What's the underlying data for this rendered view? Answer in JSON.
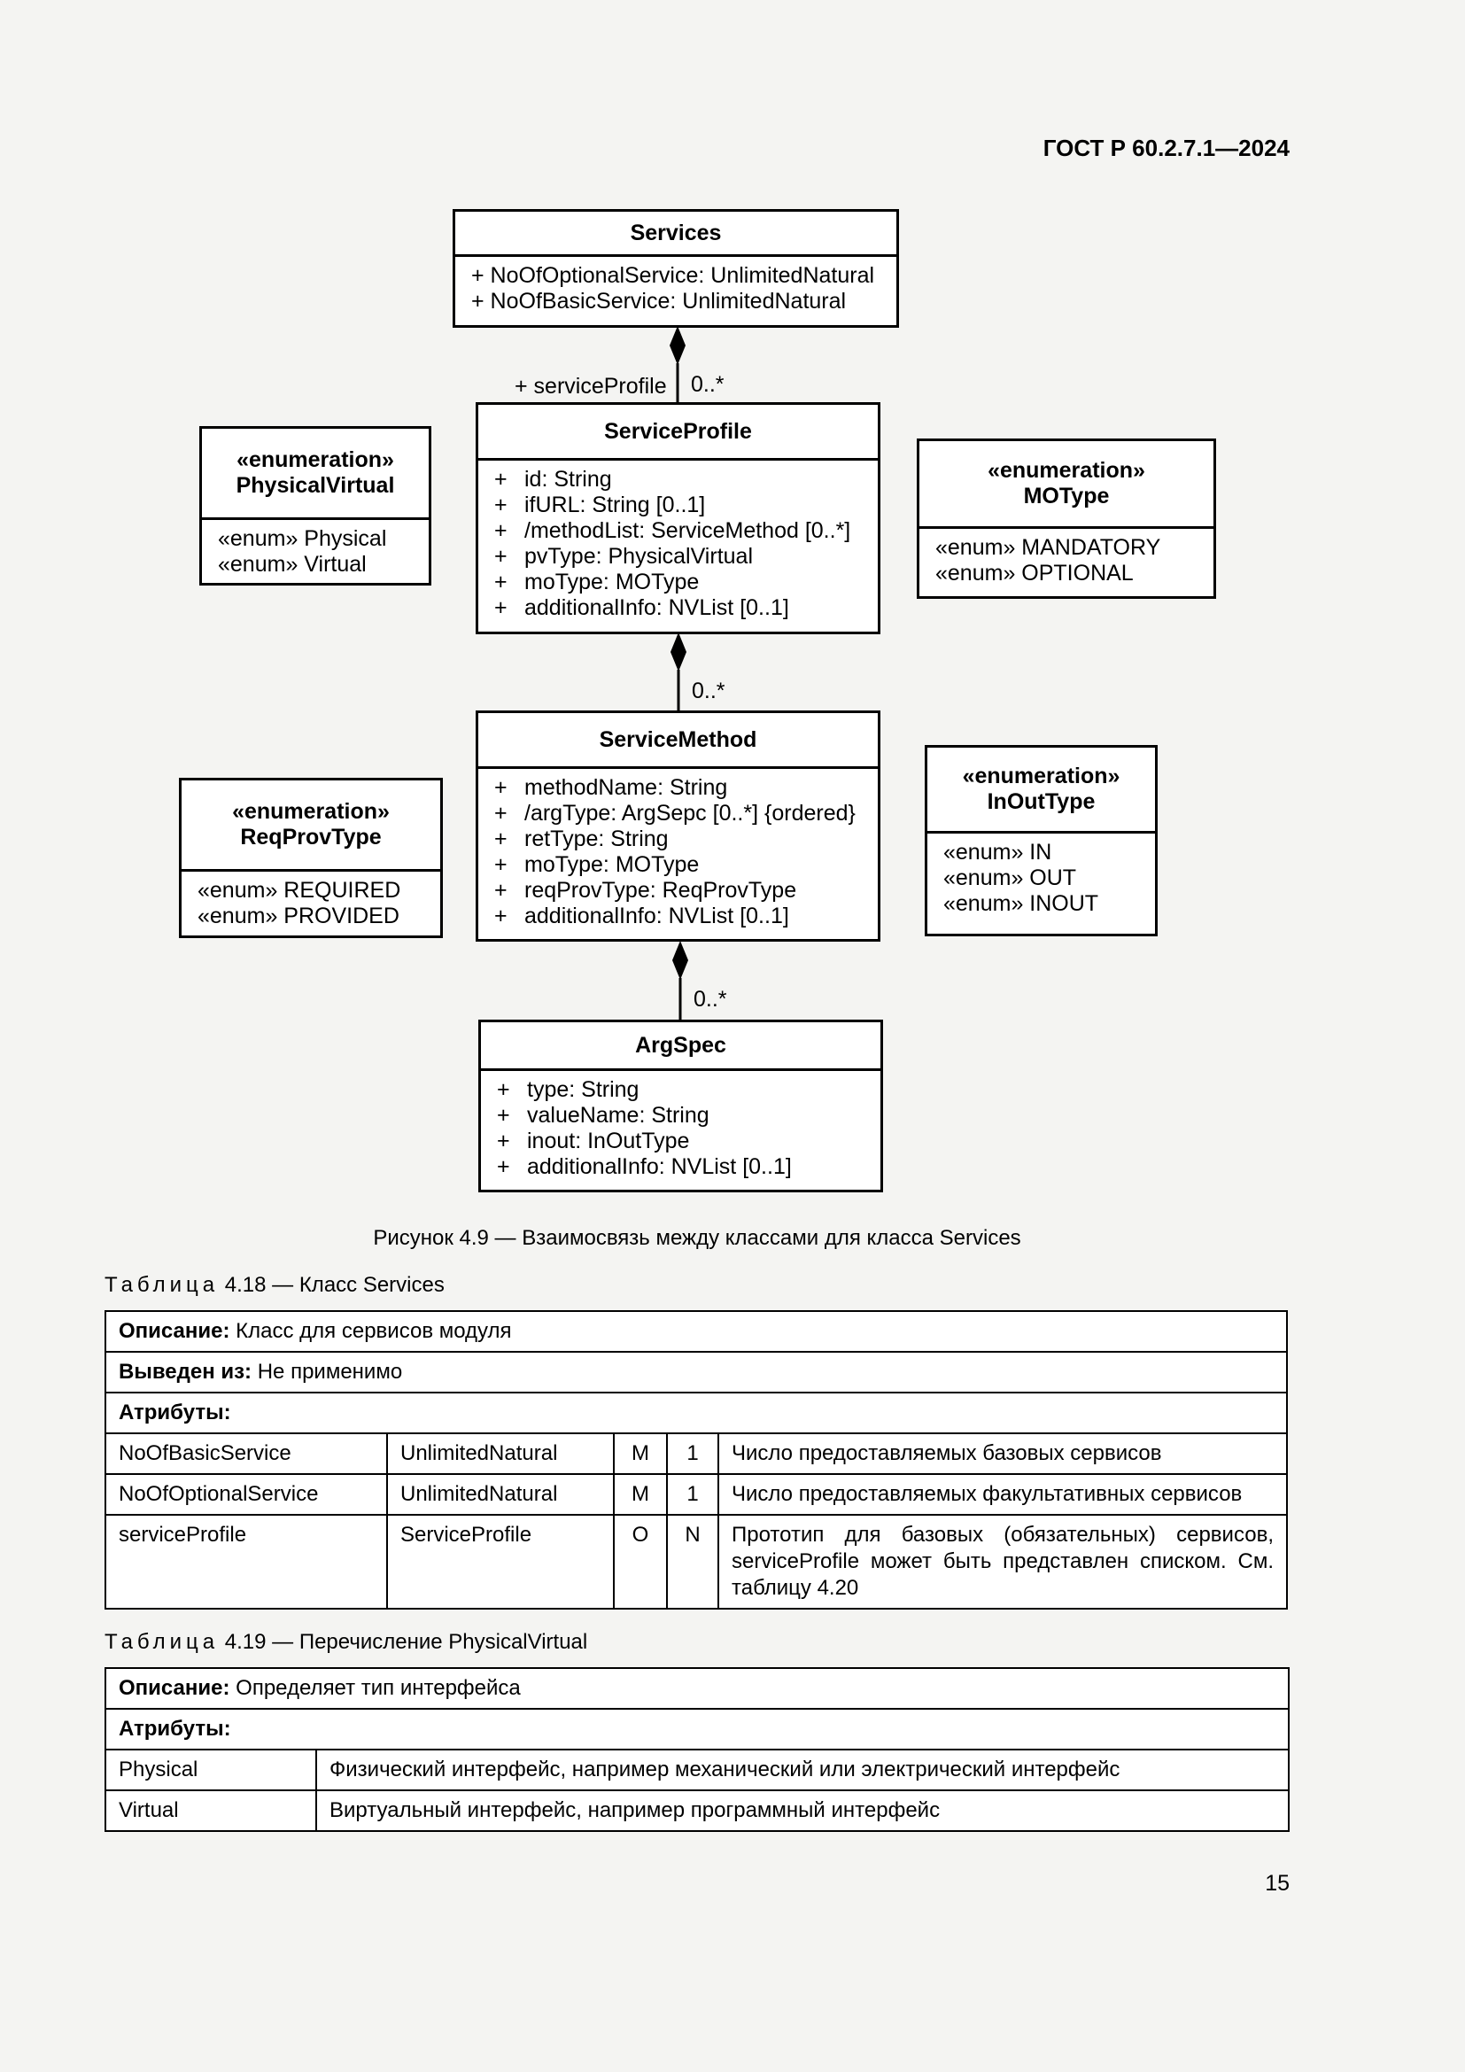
{
  "header": {
    "doc_code": "ГОСТ Р 60.2.7.1—2024"
  },
  "diagram": {
    "services": {
      "name": "Services",
      "attrs": [
        "+ NoOfOptionalService: UnlimitedNatural",
        "+ NoOfBasicService: UnlimitedNatural"
      ]
    },
    "service_profile": {
      "name": "ServiceProfile",
      "attrs": [
        "id: String",
        "ifURL: String [0..1]",
        "/methodList: ServiceMethod [0..*]",
        "pvType: PhysicalVirtual",
        "moType: MOType",
        "additionalInfo: NVList [0..1]"
      ]
    },
    "service_method": {
      "name": "ServiceMethod",
      "attrs": [
        "methodName: String",
        "/argType: ArgSepc [0..*] {ordered}",
        "retType: String",
        "moType: MOType",
        "reqProvType: ReqProvType",
        "additionalInfo: NVList [0..1]"
      ]
    },
    "arg_spec": {
      "name": "ArgSpec",
      "attrs": [
        "type: String",
        "valueName: String",
        "inout: InOutType",
        "additionalInfo: NVList [0..1]"
      ]
    },
    "physical_virtual": {
      "stereotype": "«enumeration»",
      "name": "PhysicalVirtual",
      "values": [
        "«enum» Physical",
        "«enum» Virtual"
      ]
    },
    "motype": {
      "stereotype": "«enumeration»",
      "name": "MOType",
      "values": [
        "«enum» MANDATORY",
        "«enum» OPTIONAL"
      ]
    },
    "reqprovtype": {
      "stereotype": "«enumeration»",
      "name": "ReqProvType",
      "values": [
        "«enum» REQUIRED",
        "«enum» PROVIDED"
      ]
    },
    "inouttype": {
      "stereotype": "«enumeration»",
      "name": "InOutType",
      "values": [
        "«enum» IN",
        "«enum» OUT",
        "«enum» INOUT"
      ]
    },
    "role_service_profile": "+ serviceProfile",
    "mult_1": "0..*",
    "mult_2": "0..*",
    "mult_3": "0..*",
    "attr_plus": "+"
  },
  "figure_caption": "Рисунок 4.9 — Взаимосвязь между классами для класса Services",
  "table_418": {
    "title_spaced": "Таблица",
    "title_rest": "4.18 — Класс Services",
    "description_label": "Описание:",
    "description": "Класс для сервисов модуля",
    "derived_label": "Выведен из:",
    "derived": "Не применимо",
    "attributes_label": "Атрибуты:",
    "rows": [
      [
        "NoOfBasicService",
        "UnlimitedNatural",
        "M",
        "1",
        "Число предоставляемых базовых сервисов"
      ],
      [
        "NoOfOptionalService",
        "UnlimitedNatural",
        "M",
        "1",
        "Число предоставляемых факультативных сервисов"
      ],
      [
        "serviceProfile",
        "ServiceProfile",
        "O",
        "N",
        "Прототип для базовых (обязательных) сервисов, serviceProfile может быть представлен списком. См. таблицу 4.20"
      ]
    ]
  },
  "table_419": {
    "title_spaced": "Таблица",
    "title_rest": "4.19 — Перечисление PhysicalVirtual",
    "description_label": "Описание:",
    "description": "Определяет тип интерфейса",
    "attributes_label": "Атрибуты:",
    "rows": [
      [
        "Physical",
        "Физический интерфейс, например механический или электрический интерфейс"
      ],
      [
        "Virtual",
        "Виртуальный интерфейс, например программный интерфейс"
      ]
    ]
  },
  "page_number": "15"
}
